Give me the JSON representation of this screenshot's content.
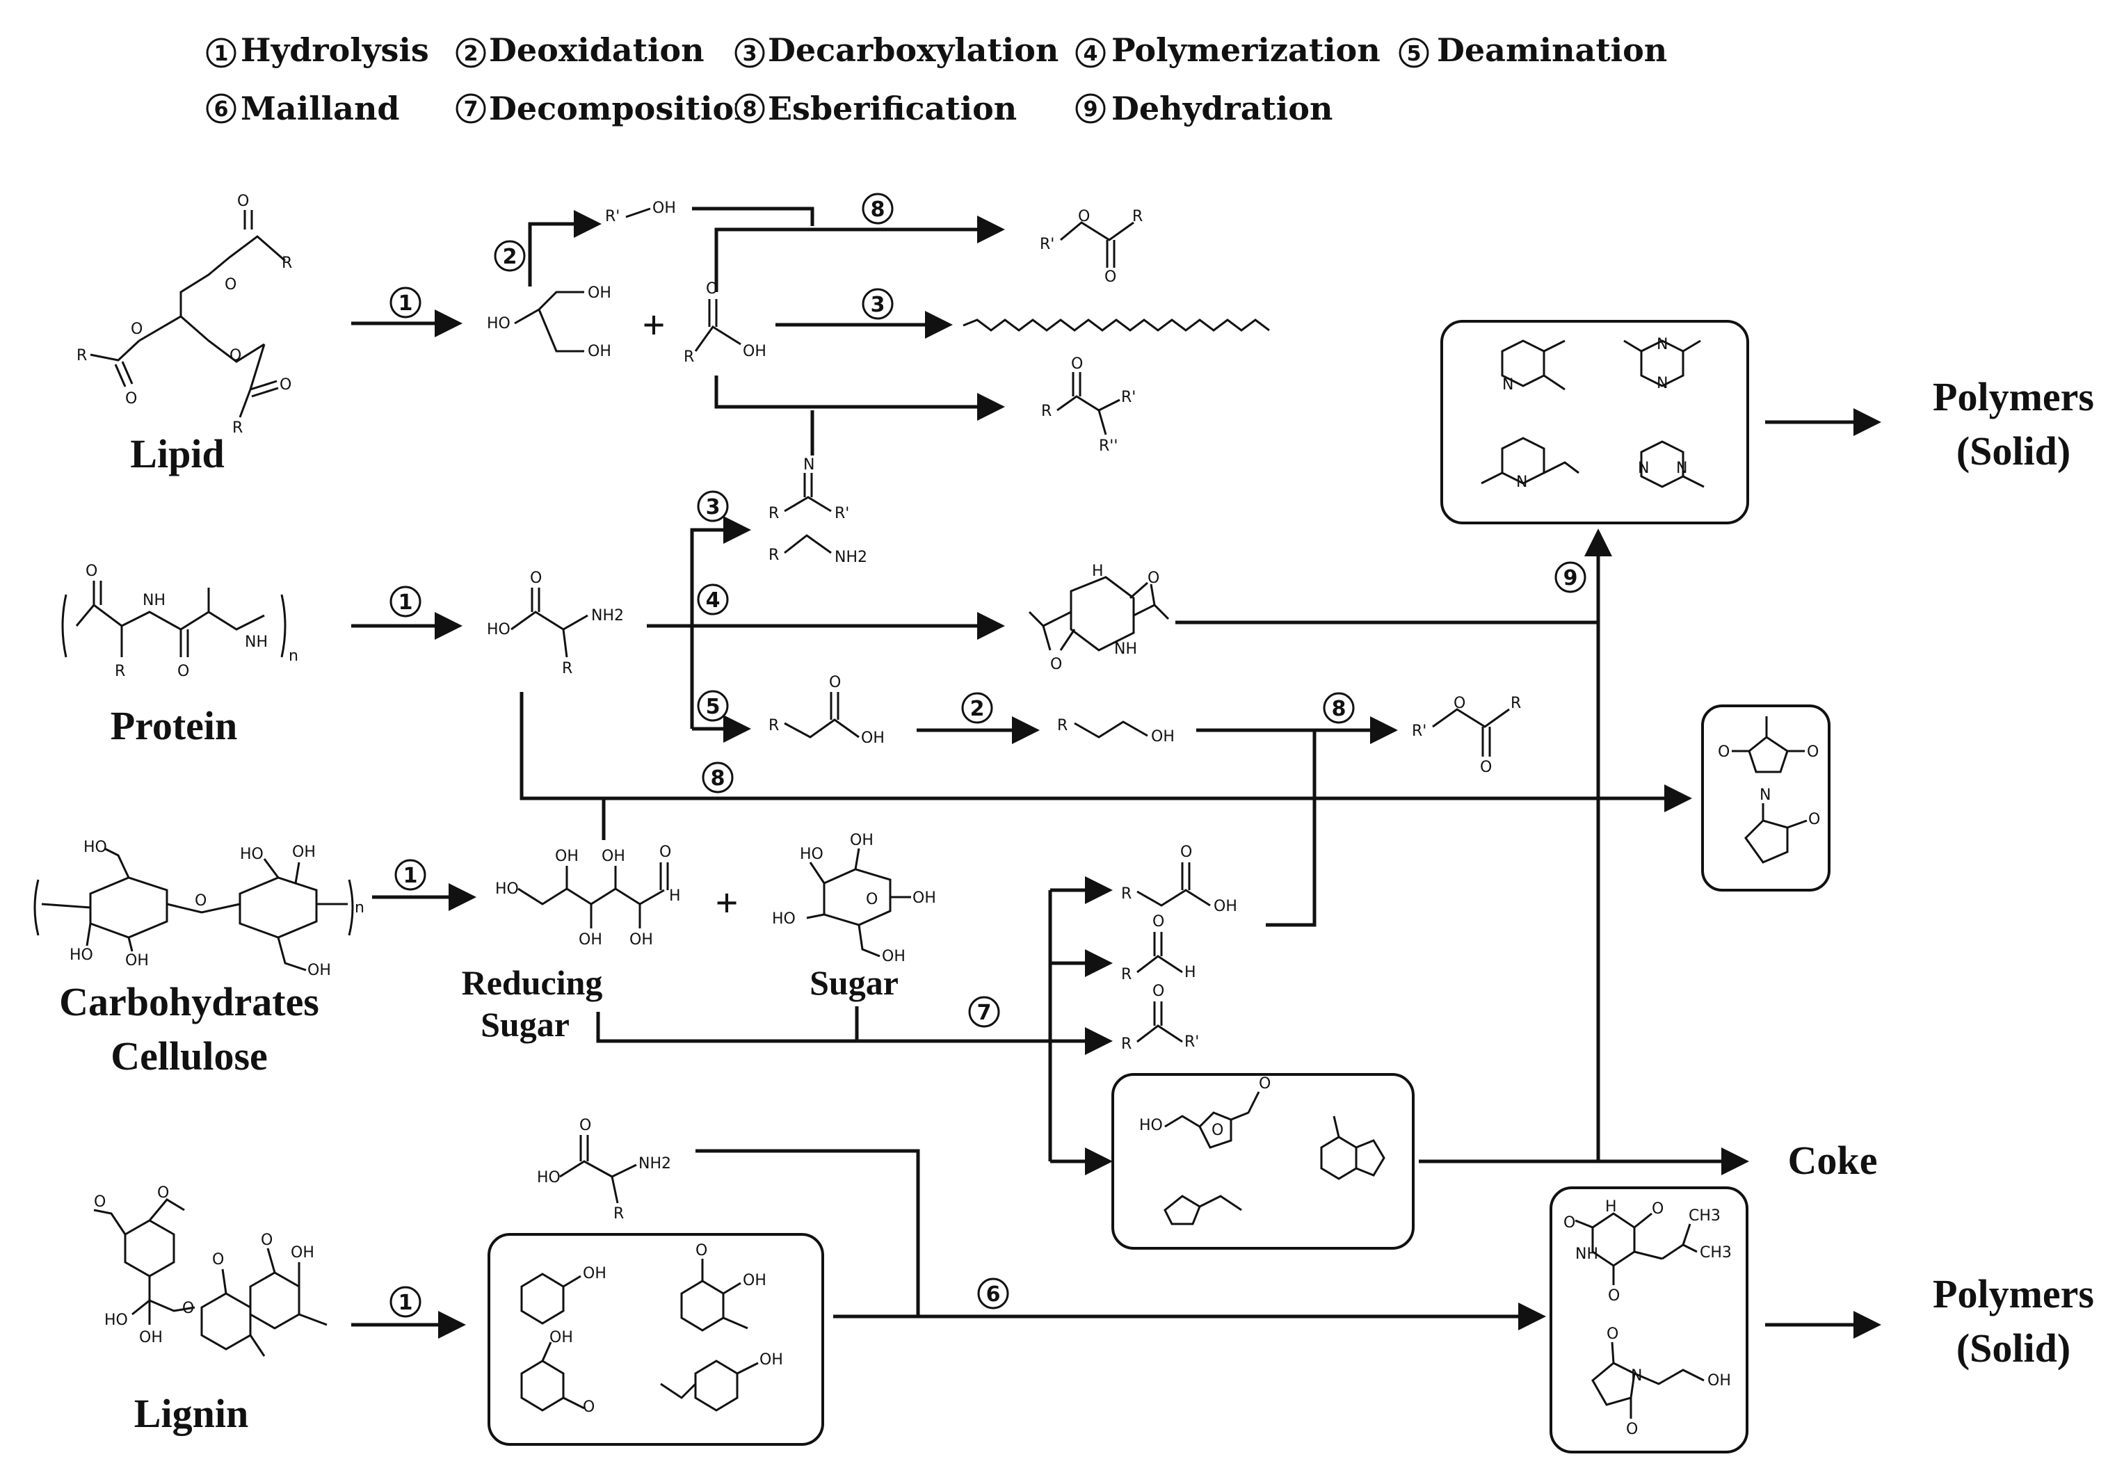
{
  "legend": [
    {
      "num": "1",
      "label": "Hydrolysis"
    },
    {
      "num": "2",
      "label": "Deoxidation"
    },
    {
      "num": "3",
      "label": "Decarboxylation"
    },
    {
      "num": "4",
      "label": "Polymerization"
    },
    {
      "num": "5",
      "label": "Deamination"
    },
    {
      "num": "6",
      "label": "Mailland"
    },
    {
      "num": "7",
      "label": "Decomposition"
    },
    {
      "num": "8",
      "label": "Esberification"
    },
    {
      "num": "9",
      "label": "Dehydration"
    }
  ],
  "feedstocks": {
    "lipid": "Lipid",
    "protein": "Protein",
    "carbohydrates": "Carbohydrates",
    "cellulose": "Cellulose",
    "lignin": "Lignin"
  },
  "intermediates": {
    "reducing_sugar_1": "Reducing",
    "reducing_sugar_2": "Sugar",
    "sugar": "Sugar"
  },
  "products": {
    "polymers_top_1": "Polymers",
    "polymers_top_2": "(Solid)",
    "coke": "Coke",
    "polymers_bottom_1": "Polymers",
    "polymers_bottom_2": "(Solid)"
  },
  "arrow_numbers": {
    "lipid_hydrolysis": "1",
    "lipid_deox": "2",
    "lipid_ester": "8",
    "lipid_decarb": "3",
    "protein_hydrolysis": "1",
    "protein_decarb": "3",
    "protein_poly": "4",
    "protein_deam": "5",
    "acid_deox": "2",
    "alcohol_ester": "8",
    "aa_to_imide": "8",
    "cell_hydrolysis": "1",
    "decomposition": "7",
    "lignin_hydrolysis": "1",
    "maillard": "6",
    "dehydration": "9"
  },
  "atoms": {
    "R": "R",
    "R1": "R'",
    "R2": "R''",
    "OH": "OH",
    "HO": "HO",
    "O": "O",
    "NH2": "NH2",
    "N": "N",
    "H": "H",
    "NH": "NH",
    "n": "n",
    "CH3": "CH3",
    "plus": "+"
  }
}
